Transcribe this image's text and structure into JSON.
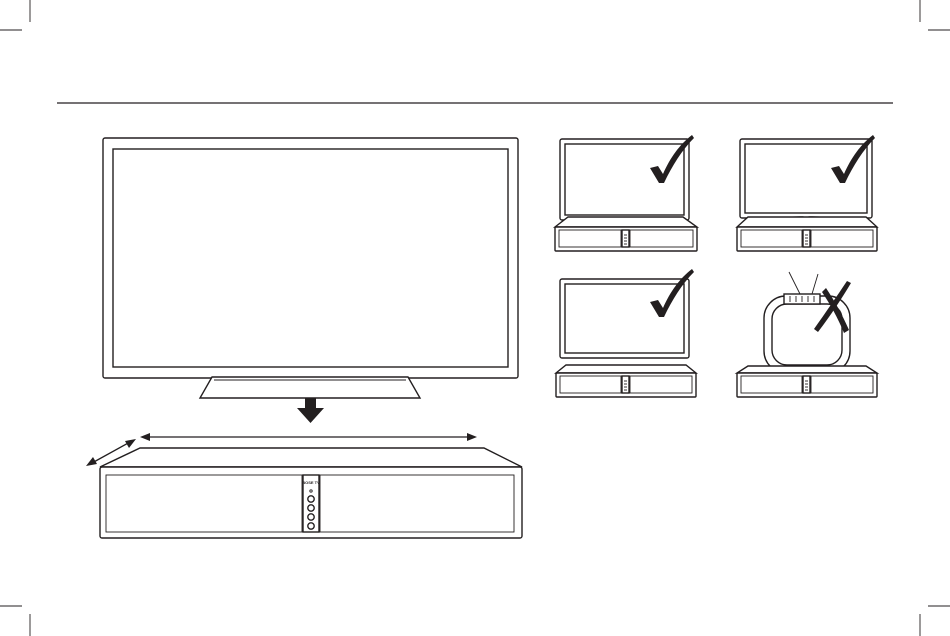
{
  "panel": {
    "brand_label": "BOSE TV",
    "placements": [
      {
        "name": "tv-on-pedestal-stand",
        "status": "check"
      },
      {
        "name": "tv-on-wide-stand",
        "status": "check"
      },
      {
        "name": "tv-without-stand",
        "status": "check"
      },
      {
        "name": "antenna-tv",
        "status": "cross"
      }
    ]
  },
  "colors": {
    "ink": "#231f20",
    "background": "#ffffff"
  }
}
